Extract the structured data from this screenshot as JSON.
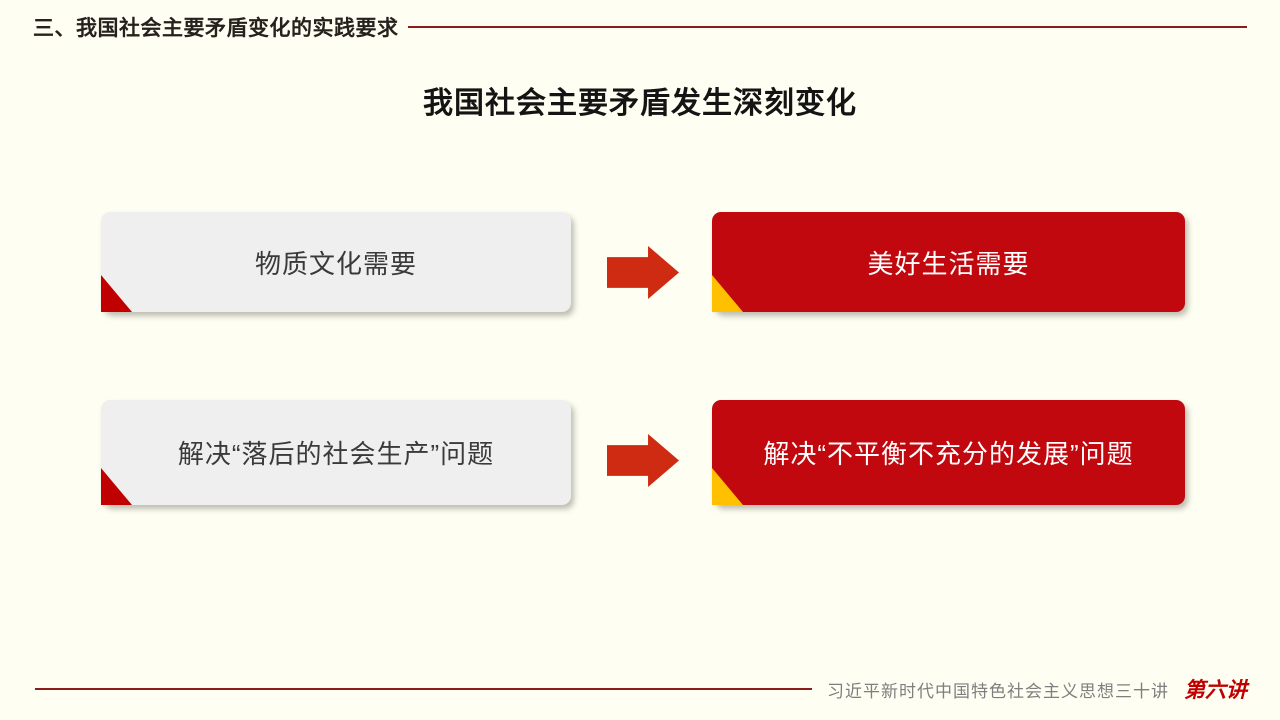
{
  "header": {
    "section_title": "三、我国社会主要矛盾变化的实践要求"
  },
  "main_title": "我国社会主要矛盾发生深刻变化",
  "transformation_rows": [
    {
      "before": "物质文化需要",
      "after": "美好生活需要"
    },
    {
      "before": "解决“落后的社会生产”问题",
      "after": "解决“不平衡不充分的发展”问题"
    }
  ],
  "footer": {
    "series_title": "习近平新时代中国特色社会主义思想三十讲",
    "lecture_badge": "第六讲"
  },
  "colors": {
    "background": "#FEFEF2",
    "accent_line": "#8E1B1B",
    "header_text": "#26211C",
    "box_gray_bg": "#EFEFEF",
    "box_gray_text": "#3A3A3A",
    "box_red_bg": "#C1080E",
    "arrow": "#CE2B12",
    "corner_red": "#C00000",
    "corner_yellow": "#FFC000",
    "footer_text": "#7F7F7F",
    "lecture_red": "#C00000"
  }
}
